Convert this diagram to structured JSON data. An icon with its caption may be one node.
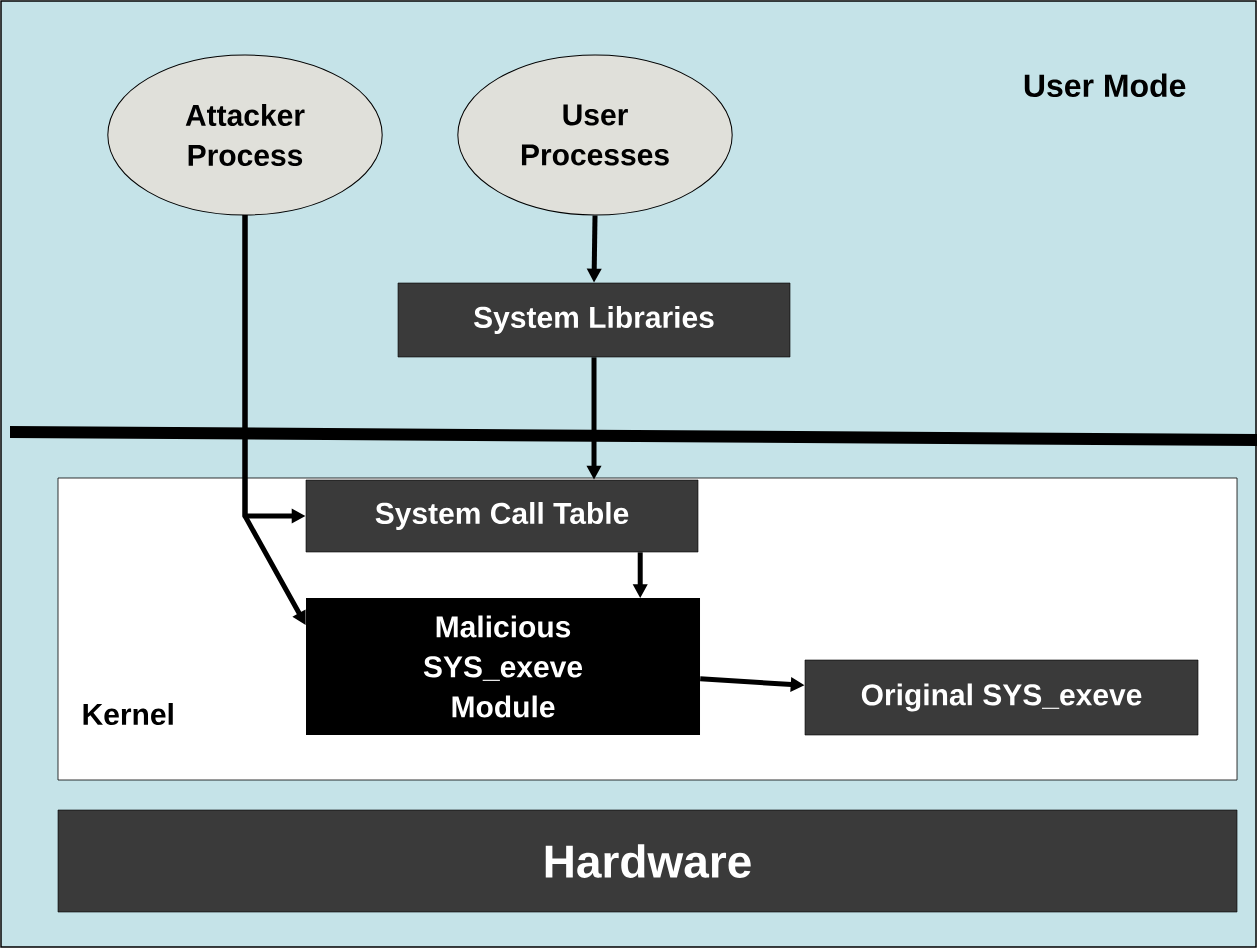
{
  "diagram": {
    "nodes": [
      {
        "text": [
          "Attacker Process"
        ]
      },
      {
        "text": [
          "User Processes"
        ]
      },
      {
        "text": [
          "System Libraries"
        ]
      },
      {
        "text": [
          "Kernel"
        ]
      },
      {
        "text": [
          "System Call Table"
        ],
        "in": 3
      },
      {
        "text": [
          "Malicious SYS_exeve Module"
        ],
        "in": 3
      },
      {
        "text": [
          "Original SYS_exeve"
        ],
        "in": 3
      },
      {
        "text": [
          "Hardware"
        ]
      }
    ],
    "edges": [
      {
        "from": 1,
        "to": 2,
        "arrow": "to"
      },
      {
        "from": 2,
        "to": 4,
        "arrow": "to"
      },
      {
        "from": 0,
        "to": 4,
        "arrow": "to"
      },
      {
        "from": 0,
        "to": 5,
        "arrow": "to"
      },
      {
        "from": 4,
        "to": 5,
        "arrow": "to"
      },
      {
        "from": 5,
        "to": 6,
        "arrow": "to"
      }
    ],
    "labels": [
      "User Mode"
    ]
  }
}
